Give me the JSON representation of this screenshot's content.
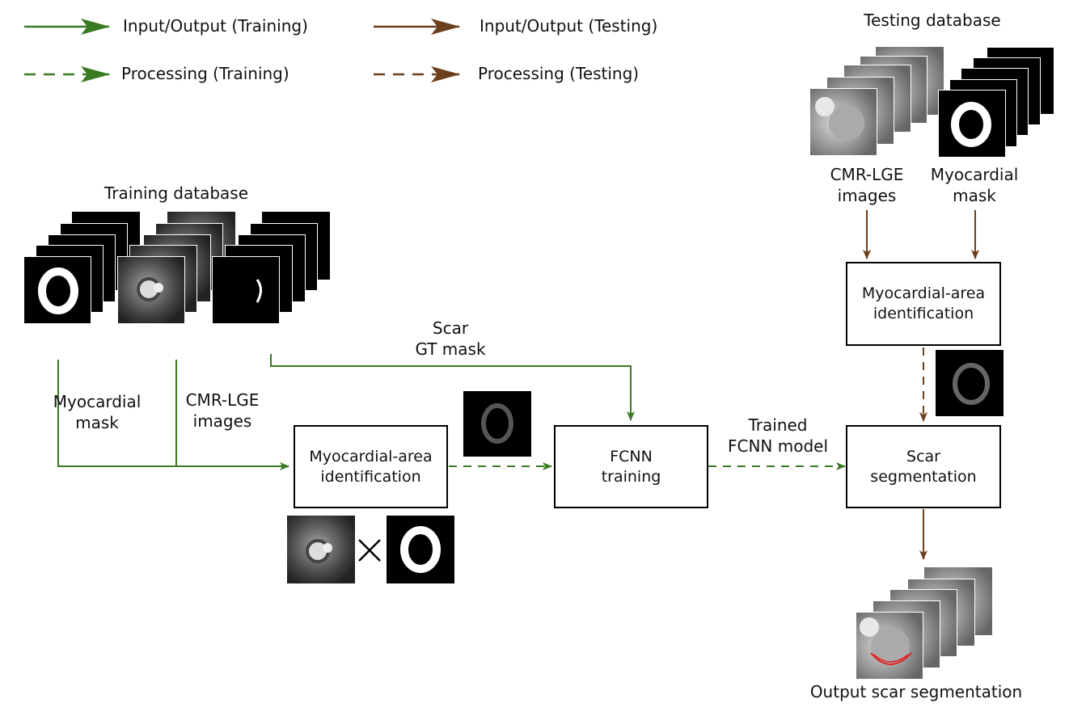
{
  "legend": {
    "io_training": "Input/Output (Training)",
    "io_testing": "Input/Output (Testing)",
    "proc_training": "Processing (Training)",
    "proc_testing": "Processing (Testing)"
  },
  "colors": {
    "training": "#3a7a22",
    "testing": "#6b3f1c"
  },
  "training": {
    "database_title": "Training database",
    "myocardial_mask_label": [
      "Myocardial",
      "mask"
    ],
    "cmr_lge_label": [
      "CMR-LGE",
      "images"
    ],
    "scar_gt_label": [
      "Scar",
      "GT mask"
    ],
    "myo_area_box": [
      "Myocardial-area",
      "identification"
    ],
    "fcnn_box": [
      "FCNN",
      "training"
    ],
    "trained_model_label": [
      "Trained",
      "FCNN model"
    ],
    "multiply_symbol": "✕"
  },
  "testing": {
    "database_title": "Testing database",
    "cmr_lge_label": [
      "CMR-LGE",
      "images"
    ],
    "myocardial_mask_label": [
      "Myocardial",
      "mask"
    ],
    "myo_area_box": [
      "Myocardial-area",
      "identification"
    ],
    "scar_seg_box": [
      "Scar",
      "segmentation"
    ],
    "output_label": "Output scar segmentation"
  }
}
